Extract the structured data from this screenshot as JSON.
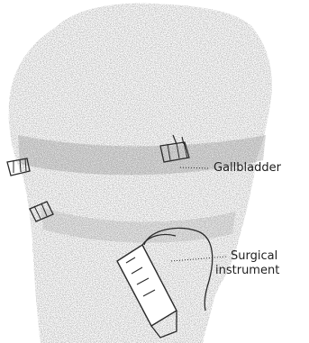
{
  "labels": {
    "gallbladder": "Gallbladder",
    "surgical_line1": "Surgical",
    "surgical_line2": "instrument"
  },
  "colors": {
    "stipple": "#6f6f6f",
    "line": "#2a2a2a",
    "background": "#ffffff"
  }
}
